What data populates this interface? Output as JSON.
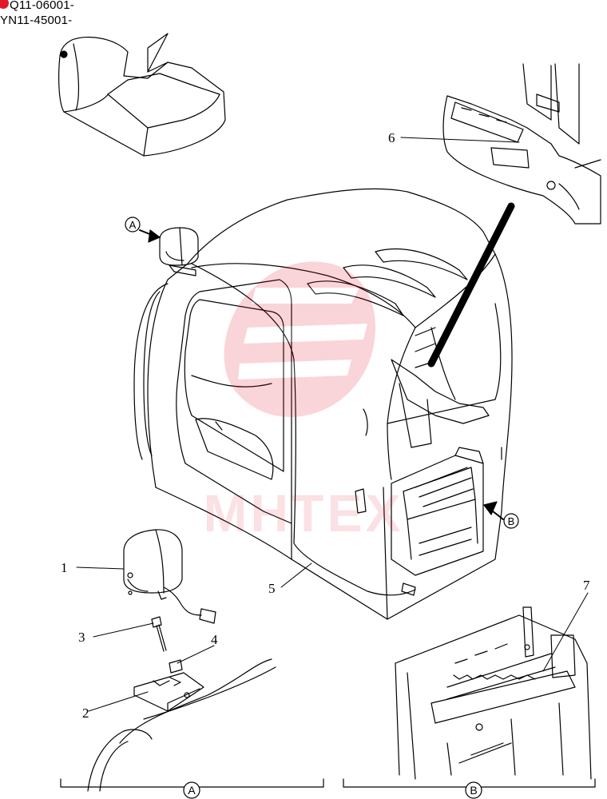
{
  "serials": [
    "Q11-06001-",
    "YN11-45001-"
  ],
  "callouts": [
    "1",
    "2",
    "3",
    "4",
    "5",
    "6",
    "7"
  ],
  "view_markers": {
    "a": "A",
    "b": "B"
  },
  "watermark": "MHTEX",
  "colors": {
    "line": "#000000",
    "watermark": "#e2162b",
    "marker_dot": "#e2162b"
  }
}
